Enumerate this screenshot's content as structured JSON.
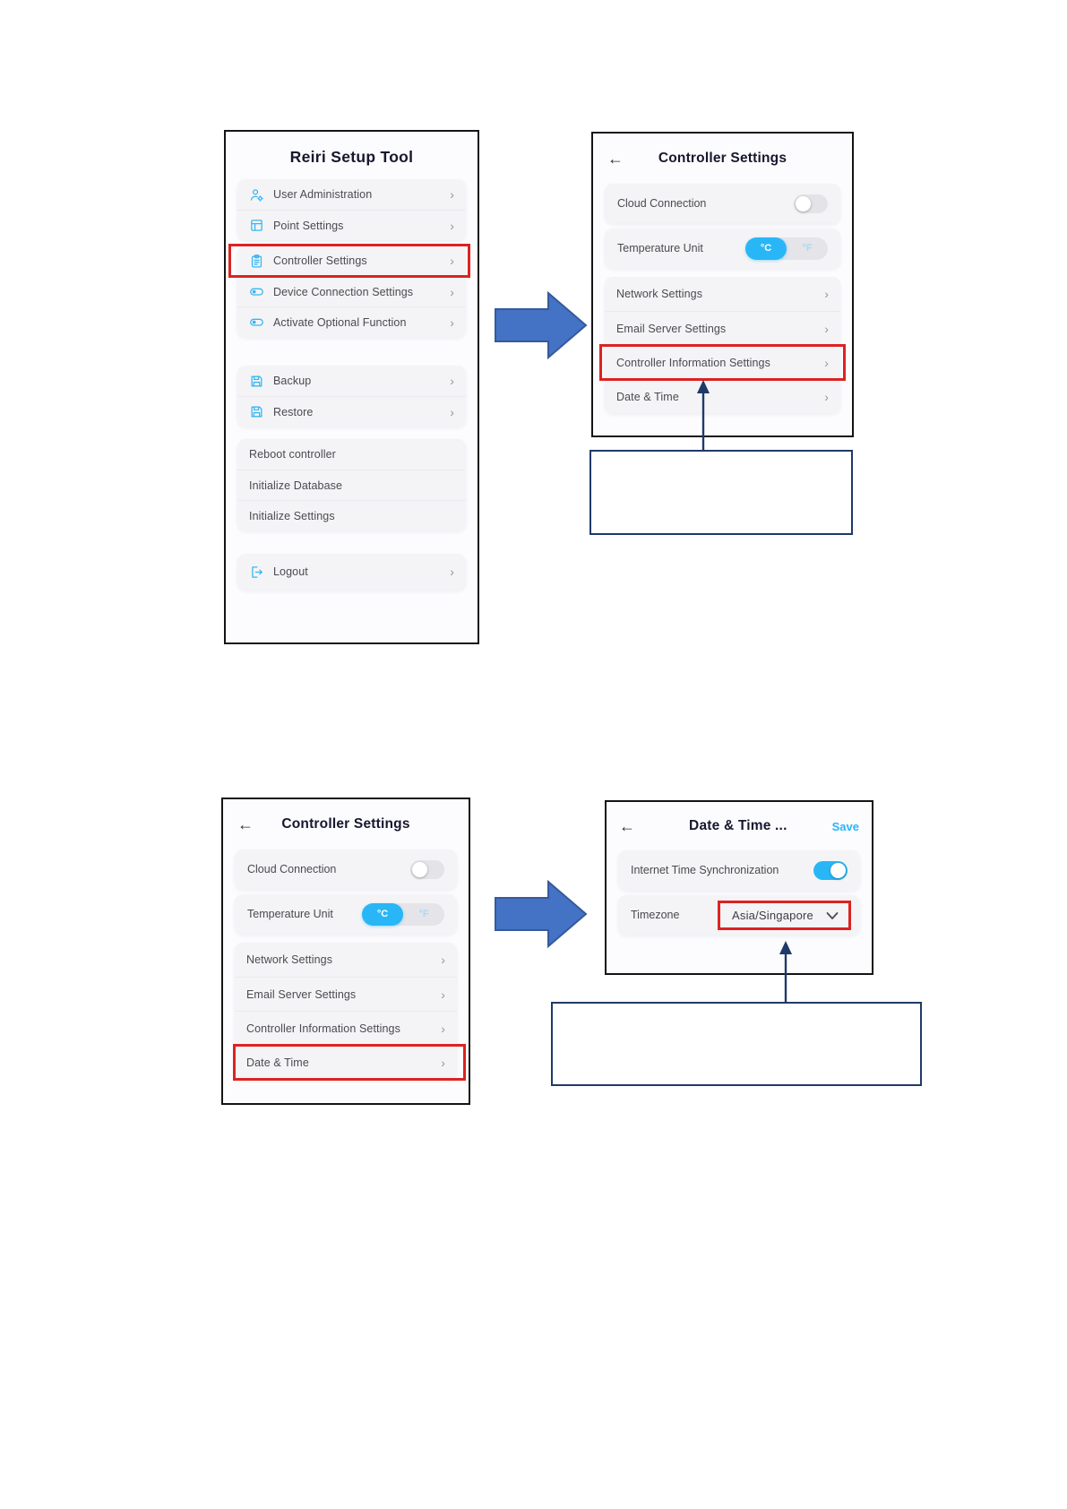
{
  "ui": {
    "back_arrow": "←",
    "chevron_right": "›"
  },
  "colors": {
    "accent": "#29b6f6",
    "highlight_red": "#dd2222",
    "annotation_navy": "#1f3a68",
    "flow_arrow_blue": "#4472c4"
  },
  "setup_tool": {
    "title": "Reiri Setup Tool",
    "items": {
      "user_admin": "User Administration",
      "point": "Point Settings",
      "controller": "Controller Settings",
      "device": "Device Connection Settings",
      "optional": "Activate Optional Function",
      "backup": "Backup",
      "restore": "Restore",
      "reboot": "Reboot controller",
      "init_db": "Initialize Database",
      "init_settings": "Initialize Settings",
      "logout": "Logout"
    }
  },
  "controller_settings": {
    "title": "Controller Settings",
    "cloud_connection": "Cloud Connection",
    "cloud_toggle_state": "off",
    "temperature_unit": "Temperature Unit",
    "celsius": "°C",
    "fahrenheit": "°F",
    "temperature_selected": "°C",
    "network": "Network Settings",
    "email_server": "Email Server Settings",
    "controller_info": "Controller Information Settings",
    "date_time": "Date & Time"
  },
  "date_time_screen": {
    "title": "Date & Time ...",
    "save": "Save",
    "internet_time_sync": "Internet Time Synchronization",
    "sync_toggle_state": "on",
    "timezone_label": "Timezone",
    "timezone_value": "Asia/Singapore"
  }
}
